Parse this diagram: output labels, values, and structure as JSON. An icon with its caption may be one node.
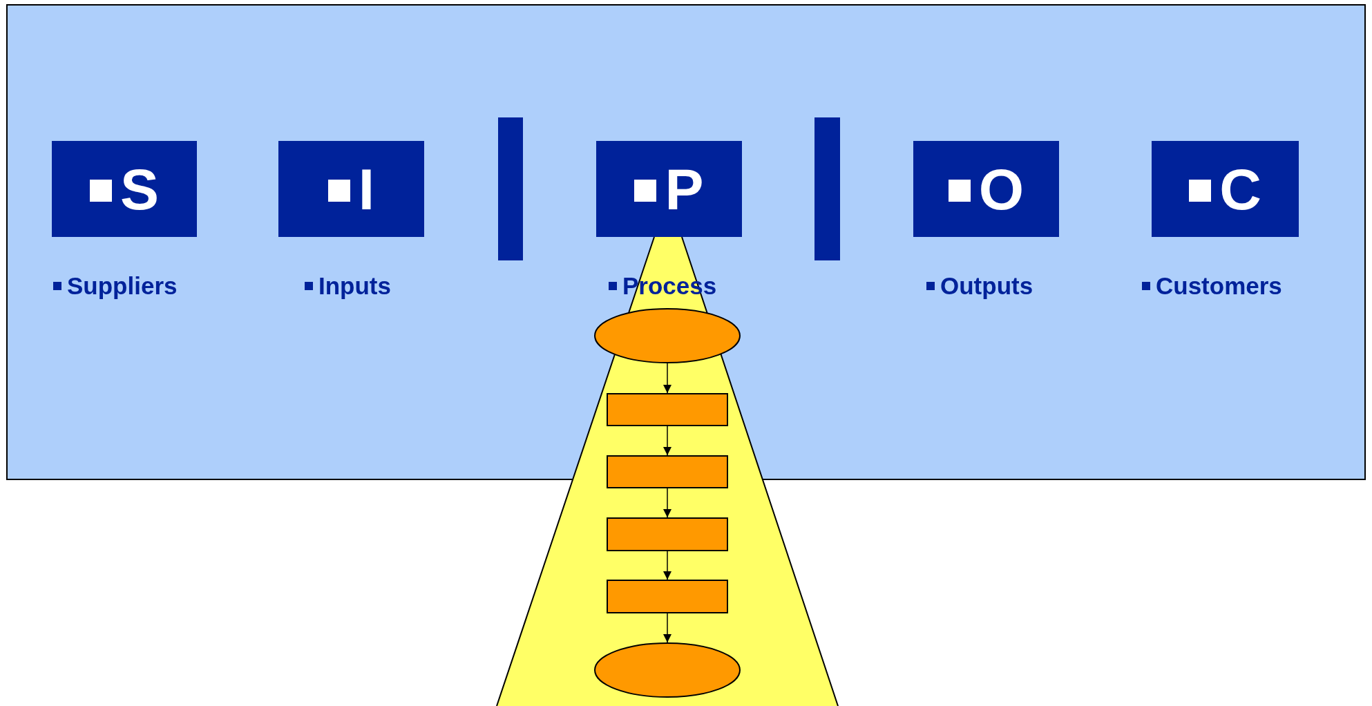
{
  "diagram": {
    "nodes": [
      {
        "text": [
          "S"
        ]
      },
      {
        "text": [
          "I"
        ]
      },
      {
        "text": [],
        "shape": "bar"
      },
      {
        "text": [
          "P"
        ]
      },
      {
        "text": [],
        "shape": "bar"
      },
      {
        "text": [
          "O"
        ]
      },
      {
        "text": [
          "C"
        ]
      },
      {
        "text": [],
        "shape": "ellipse"
      },
      {
        "text": [],
        "shape": "box"
      },
      {
        "text": [],
        "shape": "box"
      },
      {
        "text": [],
        "shape": "box"
      },
      {
        "text": [],
        "shape": "box"
      },
      {
        "text": [],
        "shape": "ellipse"
      }
    ],
    "edges": [
      {
        "from": 7,
        "to": 8,
        "arrow": "to"
      },
      {
        "from": 8,
        "to": 9,
        "arrow": "to"
      },
      {
        "from": 9,
        "to": 10,
        "arrow": "to"
      },
      {
        "from": 10,
        "to": 11,
        "arrow": "to"
      },
      {
        "from": 11,
        "to": 12,
        "arrow": "to"
      }
    ],
    "labels": [
      "Suppliers",
      "Inputs",
      "Process",
      "Outputs",
      "Customers"
    ]
  }
}
